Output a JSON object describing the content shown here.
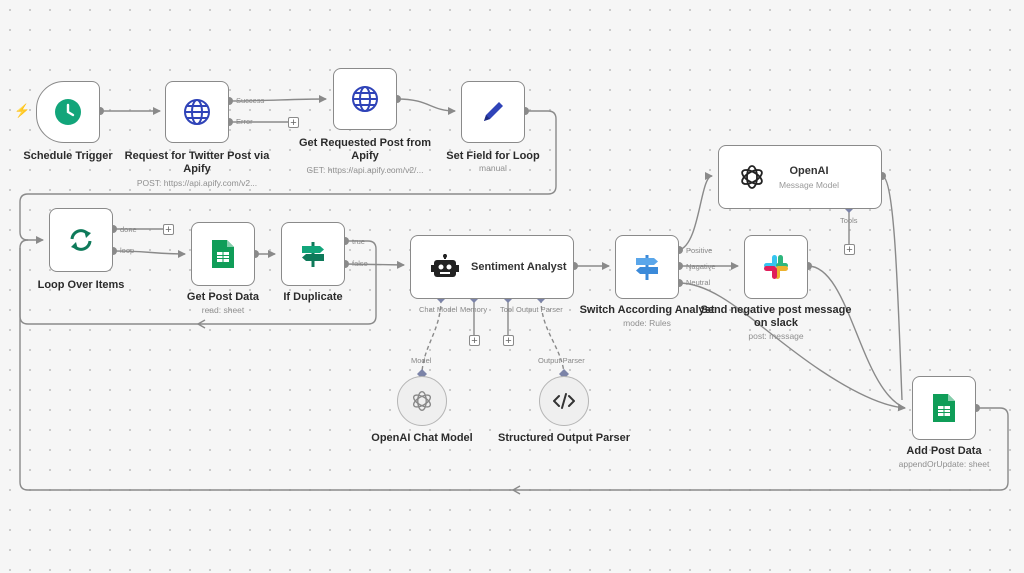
{
  "nodes": {
    "schedule_trigger": {
      "title": "Schedule Trigger",
      "icon": "clock-icon"
    },
    "request_apify": {
      "title": "Request for Twitter Post via Apify",
      "subtitle": "POST: https://api.apify.com/v2...",
      "icon": "globe-icon",
      "outputs": [
        "Success",
        "Error"
      ]
    },
    "get_post_apify": {
      "title": "Get Requested Post from Apify",
      "subtitle": "GET: https://api.apify.com/v2/...",
      "icon": "globe-icon"
    },
    "set_field": {
      "title": "Set Field for Loop",
      "subtitle": "manual",
      "icon": "pencil-icon"
    },
    "loop_items": {
      "title": "Loop Over Items",
      "icon": "loop-icon",
      "outputs": [
        "done",
        "loop"
      ]
    },
    "get_post_data": {
      "title": "Get Post Data",
      "subtitle": "read: sheet",
      "icon": "sheets-icon"
    },
    "if_duplicate": {
      "title": "If Duplicate",
      "icon": "signpost-icon",
      "outputs": [
        "true",
        "false"
      ]
    },
    "sentiment": {
      "title": "Sentiment Analyst",
      "icon": "robot-icon",
      "ports": [
        "Chat Model",
        "Memory",
        "Tool",
        "Output Parser"
      ]
    },
    "switch": {
      "title": "Switch According Analyst",
      "subtitle": "mode: Rules",
      "icon": "switch-icon",
      "outputs": [
        "Positive",
        "Nagative",
        "Neutral"
      ]
    },
    "openai": {
      "title": "OpenAI",
      "subtitle": "Message Model",
      "icon": "openai-icon",
      "port": "Tools"
    },
    "slack": {
      "title": "Send negative post message on slack",
      "subtitle": "post: message",
      "icon": "slack-icon"
    },
    "chat_model": {
      "title": "OpenAI Chat Model",
      "icon": "openai-icon",
      "port": "Model"
    },
    "parser": {
      "title": "Structured Output Parser",
      "icon": "code-icon",
      "port": "Output Parser"
    },
    "add_post": {
      "title": "Add Post Data",
      "subtitle": "appendOrUpdate: sheet",
      "icon": "sheets-icon"
    }
  },
  "ui": {
    "plus": "+",
    "trigger_icon": "lightning-icon"
  },
  "colors": {
    "wire": "#8a8a8a",
    "teal": "#12a57a",
    "blue": "#2f43b8",
    "green": "#0f9d58",
    "accent": "#ff6d5a",
    "port_diamond": "#7c84a8"
  }
}
